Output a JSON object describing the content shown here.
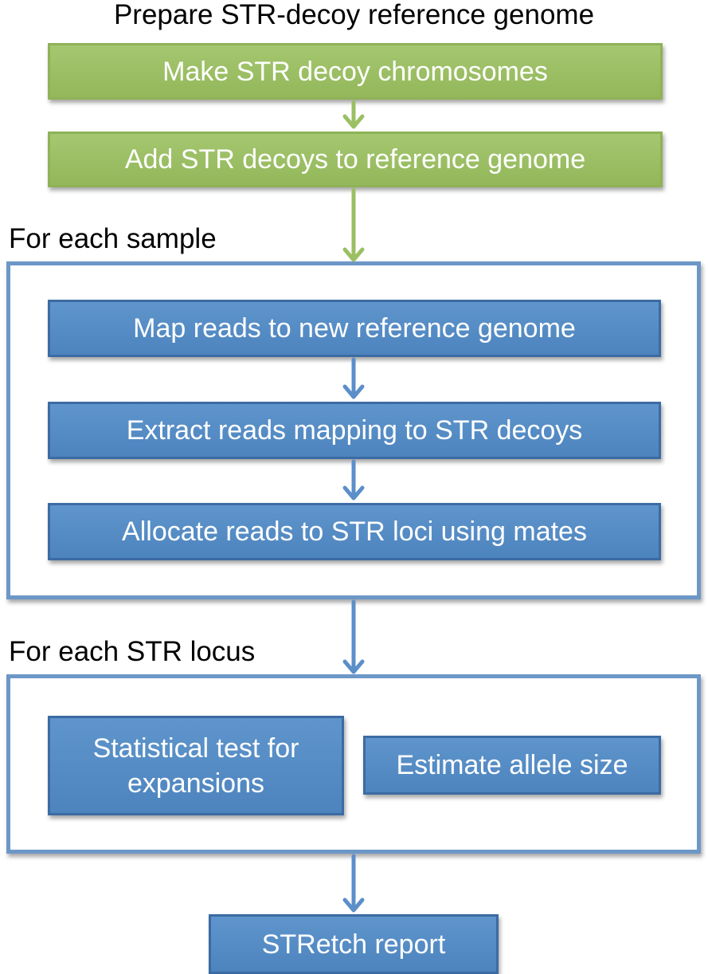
{
  "title": "Prepare STR-decoy reference genome",
  "prepare_steps": [
    "Make STR decoy chromosomes",
    "Add STR decoys to reference genome"
  ],
  "sample_section": {
    "label": "For each sample",
    "steps": [
      "Map reads to new reference genome",
      "Extract reads mapping to STR decoys",
      "Allocate reads to STR loci using mates"
    ]
  },
  "locus_section": {
    "label": "For each STR locus",
    "steps": [
      "Statistical test for expansions",
      "Estimate allele size"
    ]
  },
  "output": "STRetch report",
  "colors": {
    "green_box": "#9bbf63",
    "blue_box": "#5589c4",
    "frame_border": "#6d97c7",
    "green_arrow": "#9bbf63",
    "blue_arrow": "#5b8fc9"
  }
}
